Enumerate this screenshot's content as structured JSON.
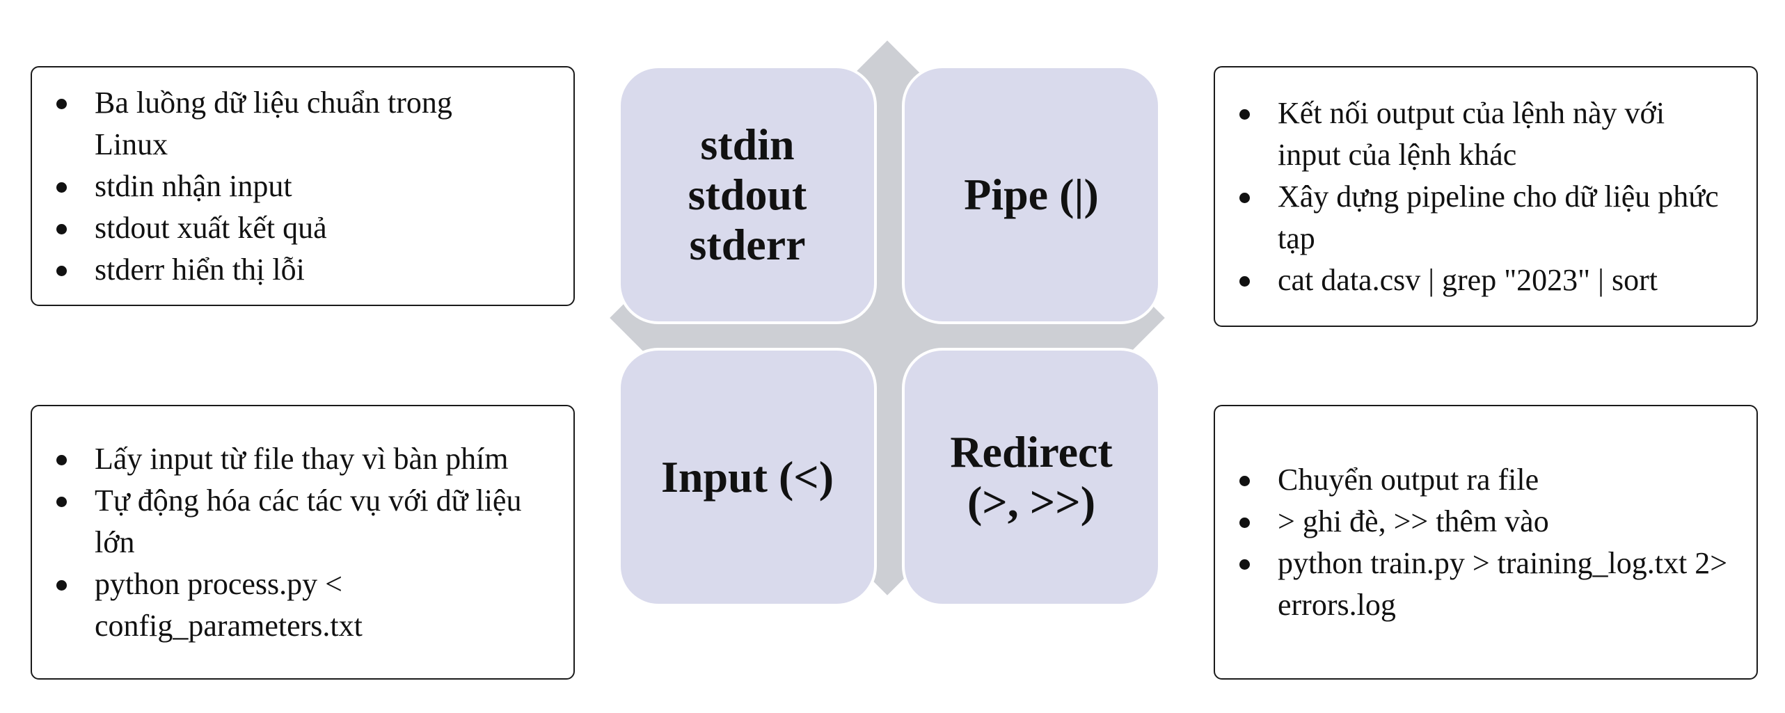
{
  "quadrants": {
    "top_left": "stdin\nstdout\nstderr",
    "top_right": "Pipe (|)",
    "bottom_left": "Input (<)",
    "bottom_right": "Redirect\n(>, >>)"
  },
  "boxes": {
    "top_left": [
      "Ba luồng dữ liệu chuẩn trong Linux",
      "stdin nhận input",
      "stdout xuất kết quả",
      "stderr hiển thị lỗi"
    ],
    "top_right": [
      "Kết nối output của lệnh này với input của lệnh khác",
      "Xây dựng pipeline cho dữ liệu phức tạp",
      "cat data.csv | grep \"2023\" | sort"
    ],
    "bottom_left": [
      "Lấy input từ file thay vì bàn phím",
      "Tự động hóa các tác vụ với dữ liệu lớn",
      "python process.py < config_parameters.txt"
    ],
    "bottom_right": [
      "Chuyển output ra file",
      "> ghi đè, >> thêm vào",
      "python train.py > training_log.txt 2> errors.log"
    ]
  }
}
